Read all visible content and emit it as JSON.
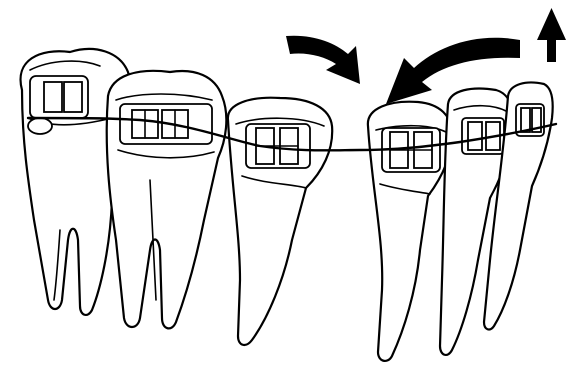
{
  "figure": {
    "subject": "dental-arch-with-orthodontic-brackets",
    "stroke_color": "#000000",
    "background_color": "#ffffff",
    "arrow_color": "#000000",
    "icons": [
      "curved-arrow-right",
      "curved-arrow-left",
      "up-arrow"
    ]
  }
}
